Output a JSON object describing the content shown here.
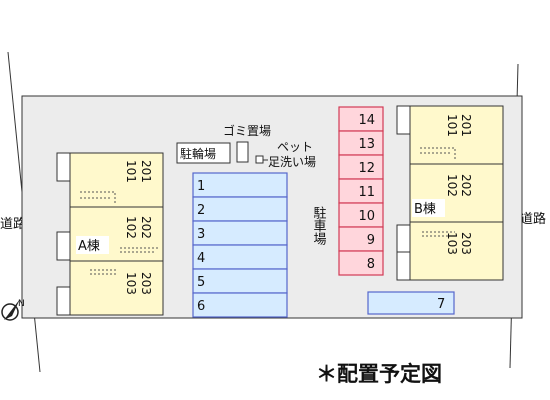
{
  "road_left": "道路",
  "road_right": "道路",
  "building_a": {
    "label": "A棟",
    "units": [
      [
        "201",
        "101"
      ],
      [
        "202",
        "102"
      ],
      [
        "203",
        "103"
      ]
    ]
  },
  "building_b": {
    "label": "B棟",
    "units": [
      [
        "201",
        "101"
      ],
      [
        "202",
        "102"
      ],
      [
        "203",
        "103"
      ]
    ]
  },
  "bicycle_parking": "駐輪場",
  "garbage": "ゴミ置場",
  "pet_wash": "ペット足洗い場",
  "pet_wash_line1": "ペット",
  "pet_wash_line2": "足洗い場",
  "parking_label": "駐車場",
  "parking_blue": [
    "1",
    "2",
    "3",
    "4",
    "5",
    "6"
  ],
  "parking_pink": [
    "14",
    "13",
    "12",
    "11",
    "10",
    "9",
    "8"
  ],
  "parking_extra": "7",
  "note": "＊配置予定図",
  "colors": {
    "building": "#fff9cc",
    "parking_blue": "#d6ebff",
    "parking_blue_border": "#5566cc",
    "parking_pink": "#ffd6dc",
    "parking_pink_border": "#d23a55",
    "site": "#ececec"
  },
  "icons": {
    "compass": "north-arrow-icon",
    "pet_wash": "water-tap-icon"
  }
}
